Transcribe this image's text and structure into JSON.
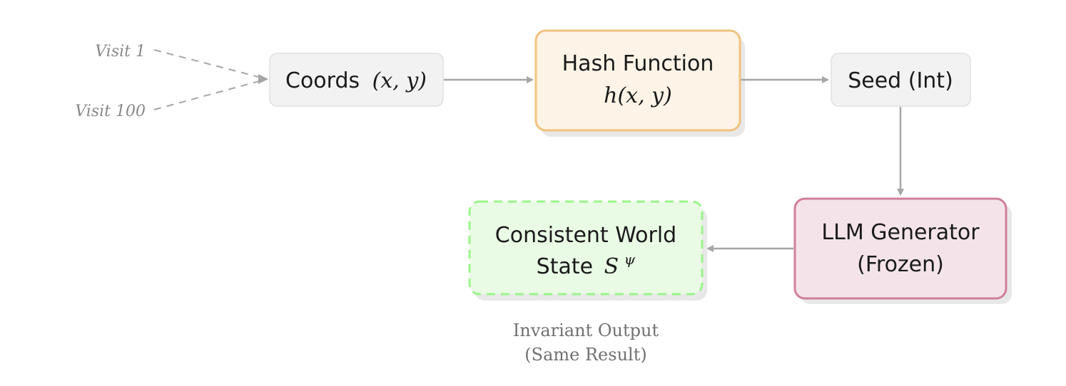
{
  "diagram": {
    "visits": {
      "first": "Visit 1",
      "last": "Visit 100"
    },
    "coords": {
      "label": "Coords",
      "math": "(x, y)"
    },
    "hash": {
      "line1": "Hash Function",
      "line2": "h(x, y)"
    },
    "seed": {
      "label": "Seed (Int)"
    },
    "generator": {
      "line1": "LLM Generator",
      "line2": "(Frozen)"
    },
    "world_state": {
      "line1": "Consistent World",
      "line2_text": "State",
      "line2_math": "S",
      "line2_sup": "ψ"
    },
    "caption": {
      "line1": "Invariant Output",
      "line2": "(Same Result)"
    },
    "colors": {
      "gray_fill": "#f2f2f2",
      "gray_stroke": "#e0e0e0",
      "hash_fill": "#fdf3e6",
      "hash_stroke": "#f0c27f",
      "llm_fill": "#f4e4ea",
      "llm_stroke": "#d07f9b",
      "state_fill": "#e9fbe5",
      "state_stroke": "#9af58a",
      "arrow": "#a6a6a6",
      "shadow": "#e8e8e8"
    }
  }
}
